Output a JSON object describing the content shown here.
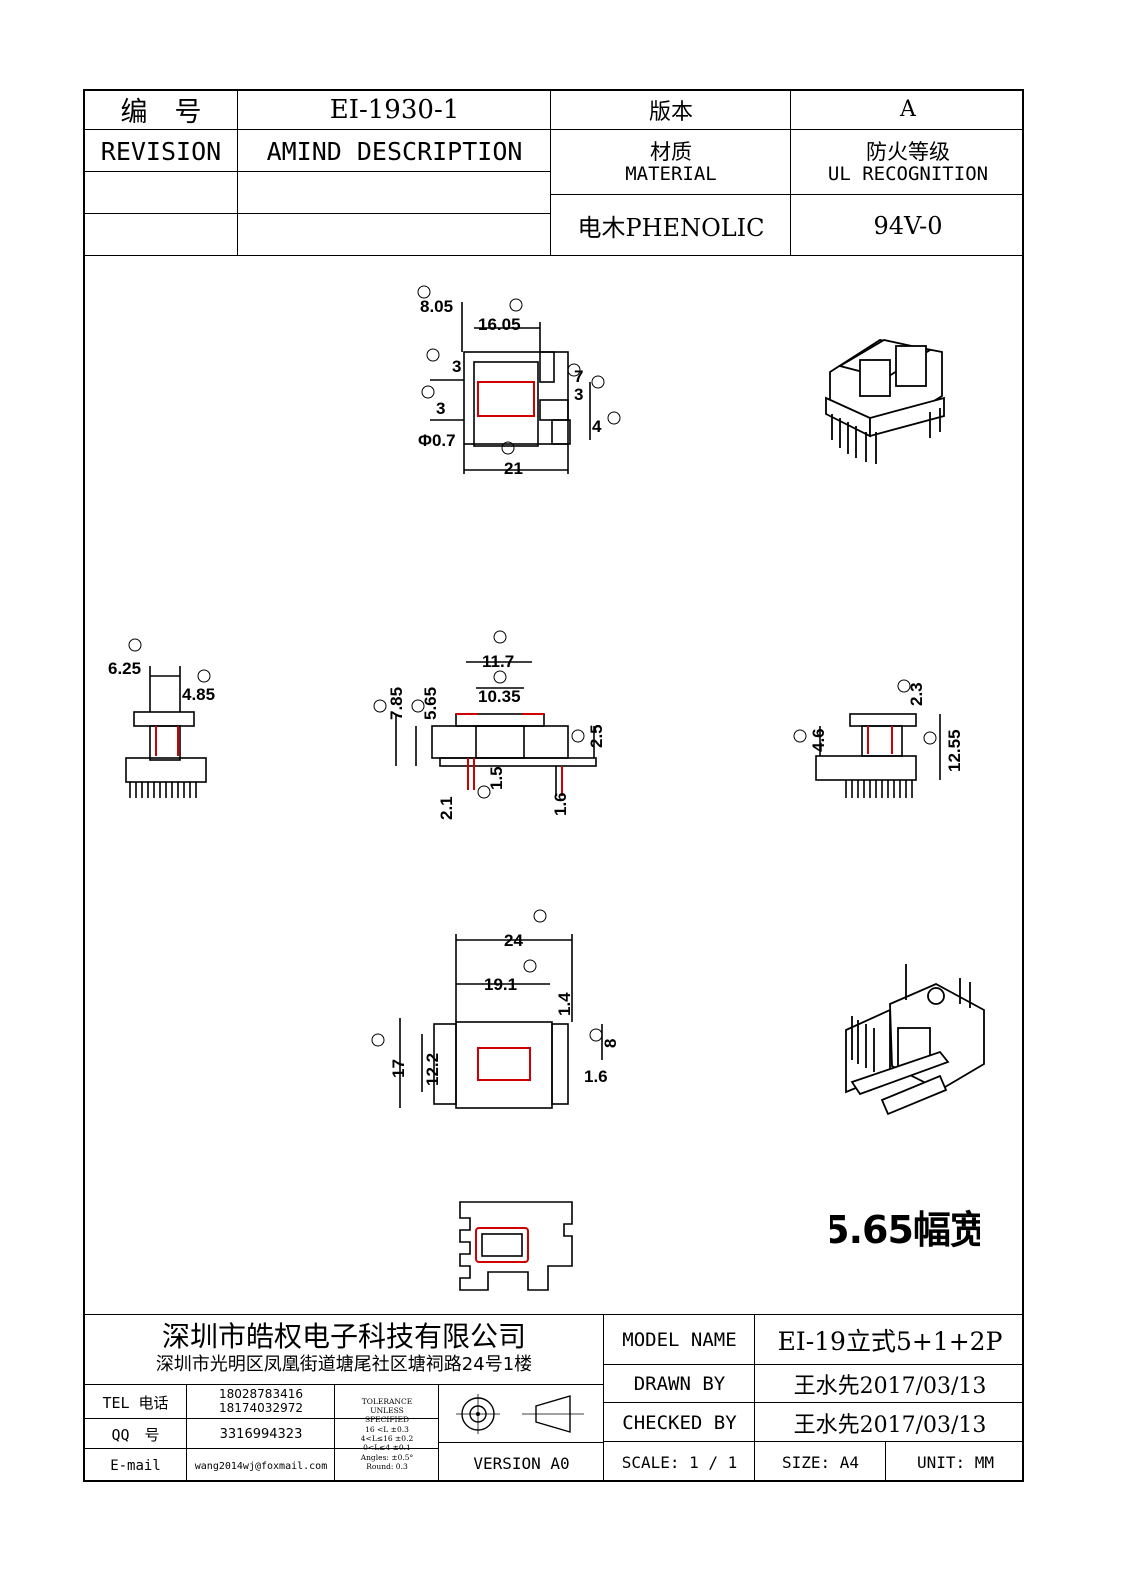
{
  "header": {
    "number_label": "编　号",
    "number_value": "EI-1930-1",
    "version_label": "版本",
    "version_value": "A",
    "revision_label": "REVISION",
    "amind_label": "AMIND DESCRIPTION",
    "material_label_cn": "材质",
    "material_label_en": "MATERIAL",
    "fire_label_cn": "防火等级",
    "fire_label_en": "UL RECOGNITION",
    "material_value": "电木PHENOLIC",
    "fire_value": "94V-0"
  },
  "drawing": {
    "top_view_dims": [
      "8.05",
      "16.05",
      "3",
      "3",
      "7",
      "3",
      "4",
      "21",
      "Φ0.7"
    ],
    "left_view_dims": [
      "6.25",
      "4.85"
    ],
    "front_view_dims": [
      "11.7",
      "10.35",
      "7.85",
      "5.65",
      "2.5",
      "2.1",
      "1.5",
      "1.6"
    ],
    "right_view_dims": [
      "2.3",
      "4.6",
      "12.55"
    ],
    "bottom_view_dims": [
      "24",
      "19.1",
      "1.4",
      "17",
      "12.2",
      "8",
      "1.6"
    ],
    "width_note": "5.65幅宽"
  },
  "title_block": {
    "company_name": "深圳市皓权电子科技有限公司",
    "company_address": "深圳市光明区凤凰街道塘尾社区塘祠路24号1楼",
    "tel_label": "TEL 电话",
    "tel_1": "18028783416",
    "tel_2": "18174032972",
    "qq_label": "QQ　号",
    "qq_value": "3316994323",
    "email_label": "E-mail",
    "email_value": "wang2014wj@foxmail.com",
    "tolerance_lines": [
      "TOLERANCE",
      "UNLESS",
      "SPECIFIED",
      "16 <L        ±0.3",
      "4<L≤16      ±0.2",
      "0<L≤4        ±0.1",
      "Angles: ±0.5°",
      "Round: 0.3"
    ],
    "version": "VERSION A0",
    "model_name_label": "MODEL NAME",
    "model_name_value": "EI-19立式5+1+2P",
    "drawn_by_label": "DRAWN BY",
    "drawn_by_value": "王水先2017/03/13",
    "checked_by_label": "CHECKED BY",
    "checked_by_value": "王水先2017/03/13",
    "scale": "SCALE:  1 / 1",
    "size": "SIZE:  A4",
    "unit": "UNIT:  MM"
  }
}
